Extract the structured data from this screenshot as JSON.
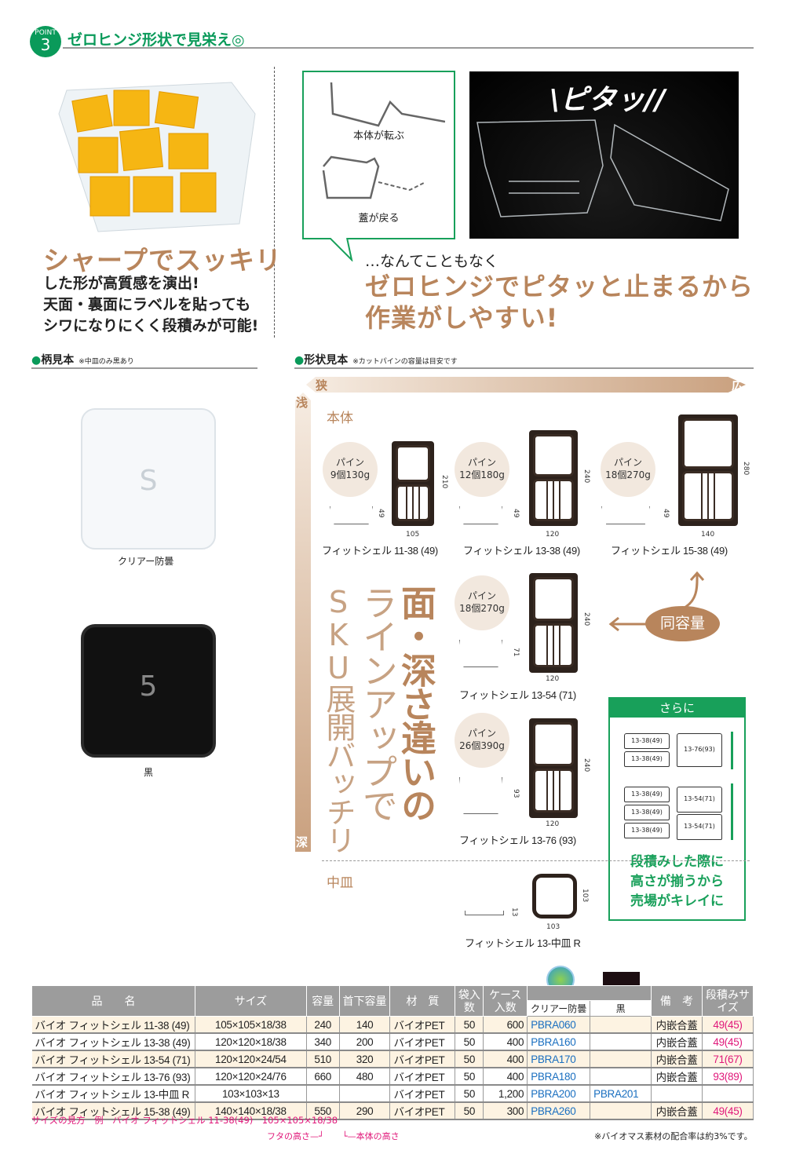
{
  "header": {
    "point_label": "POINT",
    "point_number": "3",
    "title": "ゼロヒンジ形状で見栄え◎"
  },
  "left_top": {
    "headline": "シャープでスッキリ",
    "body": [
      "した形が高質感を演出!",
      "天面・裏面にラベルを貼っても",
      "シワになりにくく段積みが可能!"
    ]
  },
  "right_top": {
    "bubble_labels": [
      "本体が転ぶ",
      "蓋が戻る"
    ],
    "photo_caption": "\\ピタッ//",
    "lead": "…なんてこともなく",
    "headline": [
      "ゼロヒンジでピタッと止まるから",
      "作業がしやすい!"
    ]
  },
  "pattern_section": {
    "title": "柄見本",
    "note": "※中皿のみ黒あり",
    "samples": [
      {
        "label": "クリアー防曇"
      },
      {
        "label": "黒"
      }
    ]
  },
  "shape_section": {
    "title": "形状見本",
    "note": "※カットパインの容量は目安です",
    "narrow": "狭",
    "wide": "広",
    "shallow": "浅",
    "deep": "深",
    "body_label": "本体",
    "tray_label": "中皿",
    "products": [
      {
        "pine": [
          "パイン",
          "9個130g"
        ],
        "depth": "49",
        "height": "210",
        "width": "105",
        "name": "フィットシェル 11-38 (49)"
      },
      {
        "pine": [
          "パイン",
          "12個180g"
        ],
        "depth": "49",
        "height": "240",
        "width": "120",
        "name": "フィットシェル 13-38 (49)"
      },
      {
        "pine": [
          "パイン",
          "18個270g"
        ],
        "depth": "49",
        "height": "280",
        "width": "140",
        "name": "フィットシェル 15-38 (49)"
      },
      {
        "pine": [
          "パイン",
          "18個270g"
        ],
        "depth": "71",
        "height": "240",
        "width": "120",
        "name": "フィットシェル 13-54 (71)"
      },
      {
        "pine": [
          "パイン",
          "26個390g"
        ],
        "depth": "93",
        "height": "240",
        "width": "120",
        "name": "フィットシェル 13-76 (93)"
      },
      {
        "depth": "13",
        "height": "103",
        "width": "103",
        "name": "フィットシェル 13-中皿 R"
      }
    ],
    "vertical_text": [
      "面・深さ違いの",
      "ラインアップで",
      "SKU展開バッチリ"
    ],
    "same_capacity": "同容量",
    "sarani": {
      "title": "さらに",
      "stack_labels": {
        "a": "13-38(49)",
        "b": "13-76(93)",
        "c": "13-54(71)"
      },
      "message": [
        "段積みした際に",
        "高さが揃うから",
        "売場がキレイに"
      ]
    }
  },
  "table": {
    "headers": {
      "name": "品　　名",
      "size": "サイズ",
      "capacity": "容量",
      "neck_capacity": "首下容量",
      "material": "材　質",
      "bag": "袋入数",
      "case": "ケース入数",
      "clear": "クリアー防曇",
      "black": "黒",
      "remarks": "備　考",
      "stack": "段積みサイズ"
    },
    "rows": [
      {
        "name": "バイオ フィットシェル 11-38 (49)",
        "size": "105×105×18/38",
        "capacity": "240",
        "neck": "140",
        "material": "バイオPET",
        "bag": "50",
        "case": "600",
        "clear": "PBRA060",
        "black": "",
        "remarks": "内嵌合蓋",
        "stack": "49(45)"
      },
      {
        "name": "バイオ フィットシェル 13-38 (49)",
        "size": "120×120×18/38",
        "capacity": "340",
        "neck": "200",
        "material": "バイオPET",
        "bag": "50",
        "case": "400",
        "clear": "PBRA160",
        "black": "",
        "remarks": "内嵌合蓋",
        "stack": "49(45)"
      },
      {
        "name": "バイオ フィットシェル 13-54 (71)",
        "size": "120×120×24/54",
        "capacity": "510",
        "neck": "320",
        "material": "バイオPET",
        "bag": "50",
        "case": "400",
        "clear": "PBRA170",
        "black": "",
        "remarks": "内嵌合蓋",
        "stack": "71(67)"
      },
      {
        "name": "バイオ フィットシェル 13-76 (93)",
        "size": "120×120×24/76",
        "capacity": "660",
        "neck": "480",
        "material": "バイオPET",
        "bag": "50",
        "case": "400",
        "clear": "PBRA180",
        "black": "",
        "remarks": "内嵌合蓋",
        "stack": "93(89)"
      },
      {
        "name": "バイオ フィットシェル 13-中皿 R",
        "size": "103×103×13",
        "capacity": "",
        "neck": "",
        "material": "バイオPET",
        "bag": "50",
        "case": "1,200",
        "clear": "PBRA200",
        "black": "PBRA201",
        "remarks": "",
        "stack": ""
      },
      {
        "name": "バイオ フィットシェル 15-38 (49)",
        "size": "140×140×18/38",
        "capacity": "550",
        "neck": "290",
        "material": "バイオPET",
        "bag": "50",
        "case": "300",
        "clear": "PBRA260",
        "black": "",
        "remarks": "内嵌合蓋",
        "stack": "49(45)"
      }
    ],
    "size_note": "サイズの見方　例　バイオ フィットシェル 11-38(49)　105×105×18/38",
    "lid_height": "フタの高さ",
    "body_height": "本体の高さ",
    "biomass_note": "※バイオマス素材の配合率は約3%です。"
  },
  "colors": {
    "green": "#0a9a5a",
    "brown": "#b8855c",
    "magenta": "#e0187a",
    "blue": "#1a6fc0"
  }
}
